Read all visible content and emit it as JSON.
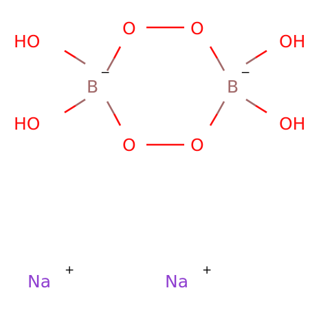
{
  "molecule": {
    "colors": {
      "oxygen": "#ff0d0d",
      "boron": "#a26a6a",
      "sodium": "#8f3fd0",
      "charge": "#000000"
    },
    "atoms": {
      "oh_top_left": "HO",
      "oh_bottom_left": "HO",
      "oh_top_right": "OH",
      "oh_bottom_right": "OH",
      "o_top_left": "O",
      "o_top_right": "O",
      "o_bottom_left": "O",
      "o_bottom_right": "O",
      "b_left": "B",
      "b_right": "B",
      "b_left_charge": "−",
      "b_right_charge": "−"
    },
    "counterions": {
      "na_left": "Na",
      "na_left_charge": "+",
      "na_right": "Na",
      "na_right_charge": "+"
    }
  }
}
